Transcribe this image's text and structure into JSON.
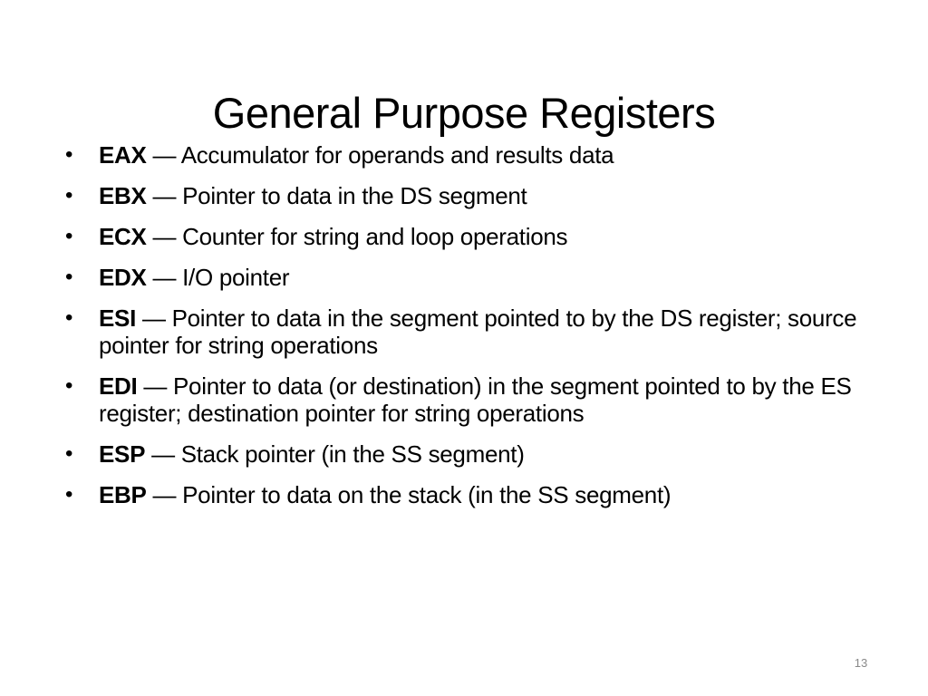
{
  "slide": {
    "title": "General Purpose Registers",
    "bullet_glyph": "•",
    "dash": " — ",
    "items": [
      {
        "register": "EAX",
        "description": "Accumulator for operands and results data"
      },
      {
        "register": "EBX",
        "description": "Pointer to data in the DS segment"
      },
      {
        "register": "ECX",
        "description": "Counter for string and loop operations"
      },
      {
        "register": "EDX",
        "description": "I/O pointer"
      },
      {
        "register": "ESI",
        "description": "Pointer to data in the segment pointed to by the DS register; source pointer for string operations"
      },
      {
        "register": "EDI",
        "description": "Pointer to data (or destination) in the segment pointed to by the ES register; destination pointer for string operations"
      },
      {
        "register": "ESP",
        "description": "Stack pointer (in the SS segment)"
      },
      {
        "register": "EBP",
        "description": "Pointer to data on the stack (in the SS segment)"
      }
    ],
    "page_number": "13"
  }
}
